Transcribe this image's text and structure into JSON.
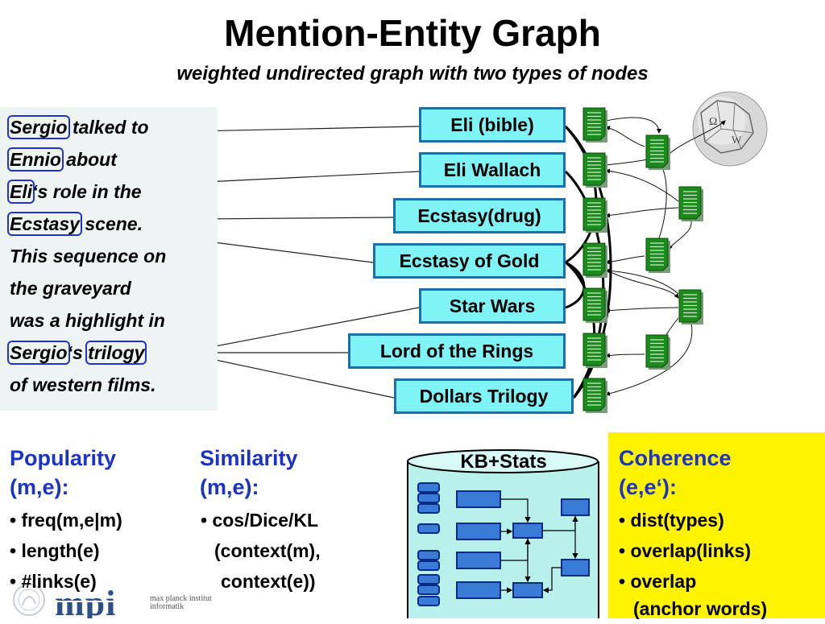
{
  "title": "Mention-Entity Graph",
  "subtitle": "weighted undirected graph with two types of nodes",
  "text_lines": [
    {
      "mention": "Sergio",
      "after": " talked to"
    },
    {
      "mention": "Ennio",
      "after": " about"
    },
    {
      "mention": "Eli",
      "after": "‘s role in the"
    },
    {
      "mention": "Ecstasy",
      "after": " scene."
    },
    {
      "plain": "This sequence on"
    },
    {
      "plain": "the graveyard"
    },
    {
      "plain": "was a highlight in"
    },
    {
      "mention": "Sergio",
      "after": "‘s ",
      "mention2": "trilogy"
    },
    {
      "plain": "of western films."
    }
  ],
  "entities": [
    "Eli (bible)",
    "Eli Wallach",
    "Ecstasy(drug)",
    "Ecstasy of Gold",
    "Star Wars",
    "Lord of the Rings",
    "Dollars Trilogy"
  ],
  "icons": {
    "wiki_globe": "wikipedia-globe-icon",
    "document": "document-icon",
    "logo": "mpi-logo"
  },
  "colors": {
    "entity_fill": "#7ff4f6",
    "entity_border": "#1b6fb0",
    "mention_border": "#2233cc",
    "heading_blue": "#1b33c8",
    "coherence_bg": "#fff300",
    "doc_green": "#1a8a1a"
  },
  "popularity": {
    "heading": [
      "Popularity",
      "(m,e):"
    ],
    "items": [
      "• freq(m,e|m)",
      "• length(e)",
      "• #links(e)"
    ]
  },
  "similarity": {
    "heading": [
      "Similarity",
      "(m,e):"
    ],
    "items": [
      "• cos/Dice/KL",
      "(context(m),",
      "context(e))"
    ]
  },
  "kb": {
    "label": "KB+Stats"
  },
  "coherence": {
    "heading": [
      "Coherence",
      "(e,e‘):"
    ],
    "items": [
      "• dist(types)",
      "• overlap(links)",
      "• overlap",
      "(anchor words)"
    ]
  },
  "logo": {
    "text": "mpi",
    "line1": "max planck institut",
    "line2": "informatik"
  }
}
